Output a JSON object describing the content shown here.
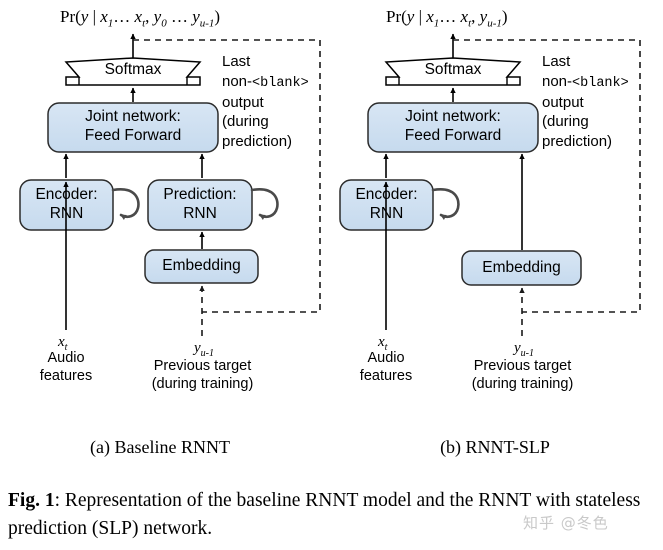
{
  "figure": {
    "caption_prefix": "Fig. 1",
    "caption_text": ": Representation of the baseline RNNT model and the RNNT with stateless prediction (SLP) network.",
    "watermark": "知乎 @冬色",
    "box_fill": "#cfdff0",
    "box_stroke": "#2b2b2b",
    "line_color": "#000000",
    "dashed_color": "#1a1a1a"
  },
  "panels": [
    {
      "id": "a",
      "subcaption": "(a) Baseline RNNT",
      "output_formula": {
        "prefix": "Pr(",
        "y": "y",
        "bar": " | ",
        "x_first": "x",
        "x_first_sub": "1",
        "ellipsis1": "… ",
        "x_last": "x",
        "x_last_sub": "t",
        "comma1": ", ",
        "y_first": "y",
        "y_first_sub": "0",
        "ellipsis2": " … ",
        "y_last": "y",
        "y_last_sub": "u-1",
        "suffix": ")"
      },
      "softmax_label": "Softmax",
      "joint_label_line1": "Joint network:",
      "joint_label_line2": "Feed Forward",
      "encoder_label_line1": "Encoder:",
      "encoder_label_line2": "RNN",
      "prediction_label_line1": "Prediction:",
      "prediction_label_line2": "RNN",
      "embedding_label": "Embedding",
      "side_note_lines": [
        "Last",
        "non-<blank>",
        "output",
        "(during",
        "prediction)"
      ],
      "side_note_mono_part": "<blank>",
      "side_note_line2_prefix": "non-",
      "input_left_symbol": "x",
      "input_left_symbol_sub": "t",
      "input_left_line1": "Audio",
      "input_left_line2": "features",
      "input_right_symbol": "y",
      "input_right_symbol_sub": "u-1",
      "input_right_line1": "Previous target",
      "input_right_line2": "(during training)"
    },
    {
      "id": "b",
      "subcaption": "(b) RNNT-SLP",
      "output_formula": {
        "prefix": "Pr(",
        "y": "y",
        "bar": " | ",
        "x_first": "x",
        "x_first_sub": "1",
        "ellipsis1": "… ",
        "x_last": "x",
        "x_last_sub": "t",
        "comma1": ", ",
        "y_last": "y",
        "y_last_sub": "u-1",
        "suffix": ")"
      },
      "softmax_label": "Softmax",
      "joint_label_line1": "Joint network:",
      "joint_label_line2": "Feed Forward",
      "encoder_label_line1": "Encoder:",
      "encoder_label_line2": "RNN",
      "embedding_label": "Embedding",
      "side_note_lines": [
        "Last",
        "non-<blank>",
        "output",
        "(during",
        "prediction)"
      ],
      "side_note_mono_part": "<blank>",
      "side_note_line2_prefix": "non-",
      "input_left_symbol": "x",
      "input_left_symbol_sub": "t",
      "input_left_line1": "Audio",
      "input_left_line2": "features",
      "input_right_symbol": "y",
      "input_right_symbol_sub": "u-1",
      "input_right_line1": "Previous target",
      "input_right_line2": "(during training)"
    }
  ]
}
